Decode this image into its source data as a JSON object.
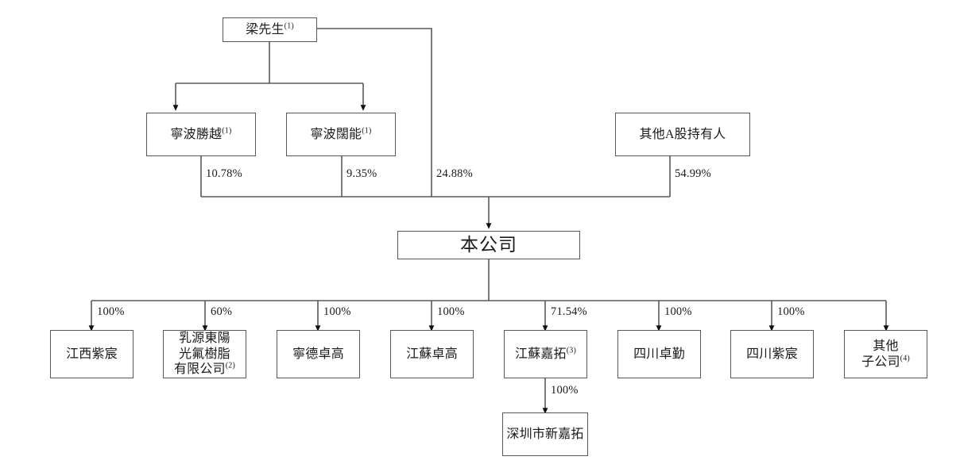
{
  "diagram": {
    "type": "org-ownership-chart",
    "title": "",
    "nodes": {
      "controller": {
        "label": "梁先生",
        "note": "(1)"
      },
      "holdco1": {
        "label": "寧波勝越",
        "note": "(1)"
      },
      "holdco2": {
        "label": "寧波闊能",
        "note": "(1)"
      },
      "public_a": {
        "label": "其他A股持有人",
        "note": ""
      },
      "company": {
        "label": "本公司",
        "note": ""
      },
      "sub1": {
        "label": "江西紫宸",
        "note": ""
      },
      "sub2": {
        "label": "乳源東陽\n光氟樹脂\n有限公司",
        "note": "(2)"
      },
      "sub3": {
        "label": "寧德卓高",
        "note": ""
      },
      "sub4": {
        "label": "江蘇卓高",
        "note": ""
      },
      "sub5": {
        "label": "江蘇嘉拓",
        "note": "(3)"
      },
      "sub6": {
        "label": "四川卓勤",
        "note": ""
      },
      "sub7": {
        "label": "四川紫宸",
        "note": ""
      },
      "sub8": {
        "label": "其他\n子公司",
        "note": "(4)"
      },
      "subsub1": {
        "label": "深圳市新嘉拓",
        "note": ""
      }
    },
    "edges": [
      {
        "from": "controller",
        "to": "holdco1",
        "percent": ""
      },
      {
        "from": "controller",
        "to": "holdco2",
        "percent": ""
      },
      {
        "from": "holdco1",
        "to": "company",
        "percent": "10.78%"
      },
      {
        "from": "holdco2",
        "to": "company",
        "percent": "9.35%"
      },
      {
        "from": "controller",
        "to": "company",
        "percent": "24.88%"
      },
      {
        "from": "public_a",
        "to": "company",
        "percent": "54.99%"
      },
      {
        "from": "company",
        "to": "sub1",
        "percent": "100%"
      },
      {
        "from": "company",
        "to": "sub2",
        "percent": "60%"
      },
      {
        "from": "company",
        "to": "sub3",
        "percent": "100%"
      },
      {
        "from": "company",
        "to": "sub4",
        "percent": "100%"
      },
      {
        "from": "company",
        "to": "sub5",
        "percent": "71.54%"
      },
      {
        "from": "company",
        "to": "sub6",
        "percent": "100%"
      },
      {
        "from": "company",
        "to": "sub7",
        "percent": "100%"
      },
      {
        "from": "company",
        "to": "sub8",
        "percent": ""
      },
      {
        "from": "sub5",
        "to": "subsub1",
        "percent": "100%"
      }
    ],
    "percent_labels": {
      "holdco1_company": "10.78%",
      "holdco2_company": "9.35%",
      "controller_company": "24.88%",
      "public_company": "54.99%",
      "company_sub1": "100%",
      "company_sub2": "60%",
      "company_sub3": "100%",
      "company_sub4": "100%",
      "company_sub5": "71.54%",
      "company_sub6": "100%",
      "company_sub7": "100%",
      "sub5_subsub1": "100%"
    },
    "colors": {
      "box_border": "#585858",
      "line": "#585858",
      "text": "#1a1a1a",
      "background": "#ffffff"
    }
  }
}
